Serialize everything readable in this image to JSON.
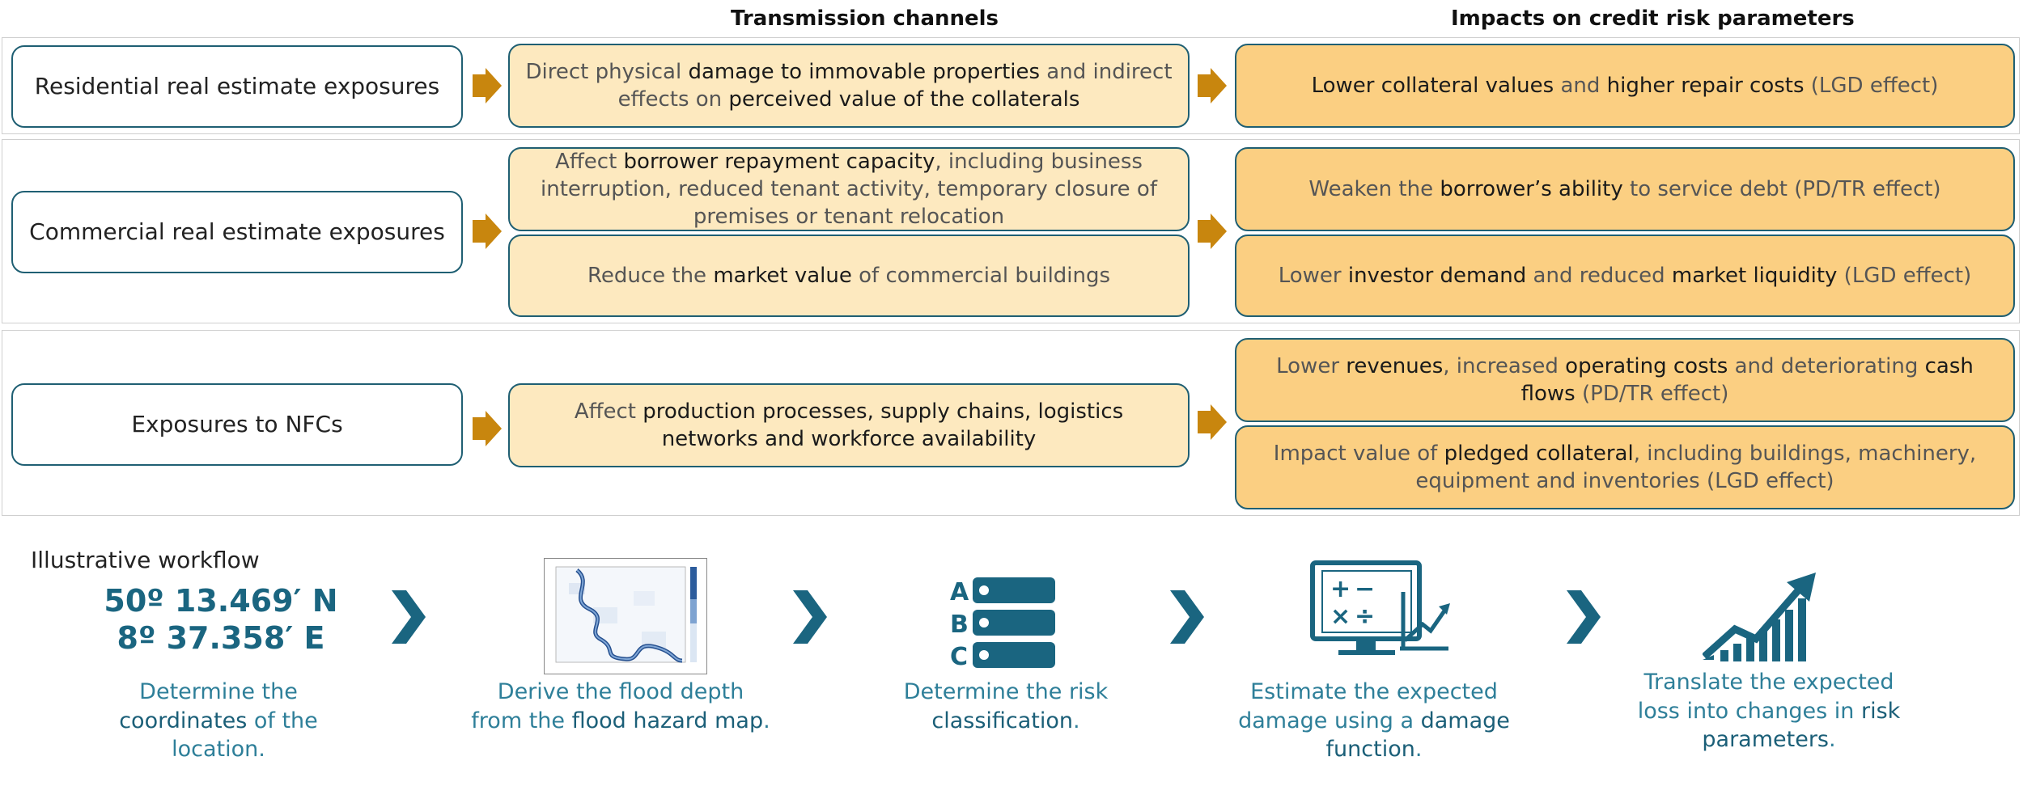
{
  "headers": {
    "transmission": "Transmission channels",
    "impacts": "Impacts on credit risk parameters"
  },
  "rows": [
    {
      "exposure": "Residential real estimate exposures",
      "channels": [
        {
          "parts": [
            "Direct physical ",
            "damage to immovable properties",
            " and indirect effects on ",
            "perceived value of the collaterals",
            ""
          ]
        }
      ],
      "impacts": [
        {
          "parts": [
            "",
            "Lower collateral values",
            " and ",
            "higher repair costs",
            " (LGD effect)"
          ]
        }
      ]
    },
    {
      "exposure": "Commercial real estimate exposures",
      "channels": [
        {
          "parts": [
            "Affect ",
            "borrower repayment capacity",
            ", including business interruption, reduced tenant activity, temporary closure of premises or tenant relocation",
            "",
            ""
          ]
        },
        {
          "parts": [
            "Reduce the ",
            "market value",
            " of commercial buildings",
            "",
            ""
          ]
        }
      ],
      "impacts": [
        {
          "parts": [
            "Weaken the ",
            "borrower’s ability",
            " to service debt (PD/TR effect)",
            "",
            ""
          ]
        },
        {
          "parts": [
            "Lower ",
            "investor demand",
            " and reduced ",
            "market liquidity",
            " (LGD effect)"
          ]
        }
      ]
    },
    {
      "exposure": "Exposures to NFCs",
      "channels": [
        {
          "parts": [
            "Affect ",
            "production processes, supply chains, logistics networks and workforce availability",
            "",
            "",
            ""
          ]
        }
      ],
      "impacts": [
        {
          "parts": [
            "Lower ",
            "revenues",
            ", increased ",
            "operating costs",
            " and deteriorating ",
            "cash flows",
            " (PD/TR effect)"
          ]
        },
        {
          "parts": [
            "Impact value of ",
            "pledged collateral",
            ", including buildings, machinery, equipment and inventories (LGD effect)",
            "",
            ""
          ]
        }
      ]
    }
  ],
  "workflow": {
    "label": "Illustrative workflow",
    "coord_lat": "50º 13.469′ N",
    "coord_lon": "8º 37.358′ E",
    "steps": [
      {
        "parts": [
          "Determine the ",
          "coordinates",
          " of the location.",
          "",
          ""
        ]
      },
      {
        "parts": [
          "Derive the flood depth from the ",
          "flood hazard map",
          ".",
          "",
          ""
        ]
      },
      {
        "parts": [
          "Determine the risk ",
          "classification",
          ".",
          "",
          ""
        ]
      },
      {
        "parts": [
          "Estimate the expected damage using a ",
          "damage function",
          ".",
          "",
          ""
        ]
      },
      {
        "parts": [
          "Translate the expected loss into changes in ",
          "risk parameters",
          ".",
          "",
          ""
        ]
      }
    ],
    "class_letters": [
      "A",
      "B",
      "C"
    ]
  },
  "colors": {
    "teal": "#1a6580",
    "arrow_gold": "#c8860e",
    "light_fill": "#fde9bf",
    "dark_fill": "#fbcf82"
  },
  "icons": [
    "flood-hazard-map-thumbnail",
    "risk-classification-icon",
    "damage-function-icon",
    "rising-bars-icon"
  ]
}
